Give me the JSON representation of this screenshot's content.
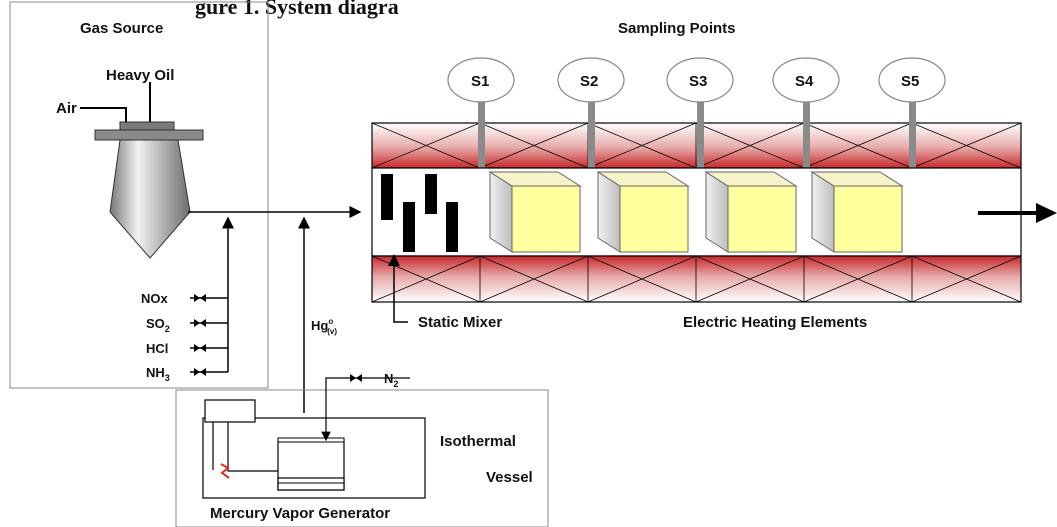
{
  "title_partial": "gure 1. System diagra",
  "gas_source": {
    "label": "Gas Source",
    "heavy_oil": "Heavy Oil",
    "air": "Air",
    "gases": [
      "NOx",
      "SO",
      "HCl",
      "NH"
    ],
    "so2_sub": "2",
    "nh3_sub": "3"
  },
  "mercury": {
    "label": "Hg",
    "sub": "(v)",
    "sup": "o",
    "n2": "N",
    "n2_sub": "2",
    "generator_label": "Mercury Vapor Generator",
    "isothermal_1": "Isothermal",
    "isothermal_2": "Vessel"
  },
  "sampling": {
    "label": "Sampling Points",
    "points": [
      "S1",
      "S2",
      "S3",
      "S4",
      "S5"
    ]
  },
  "reactor": {
    "static_mixer": "Static Mixer",
    "heating": "Electric Heating Elements"
  },
  "colors": {
    "heater_red": "#c8282a",
    "catalyst_yellow": "#ffff9e",
    "probe_gray": "#8a8a8a"
  }
}
